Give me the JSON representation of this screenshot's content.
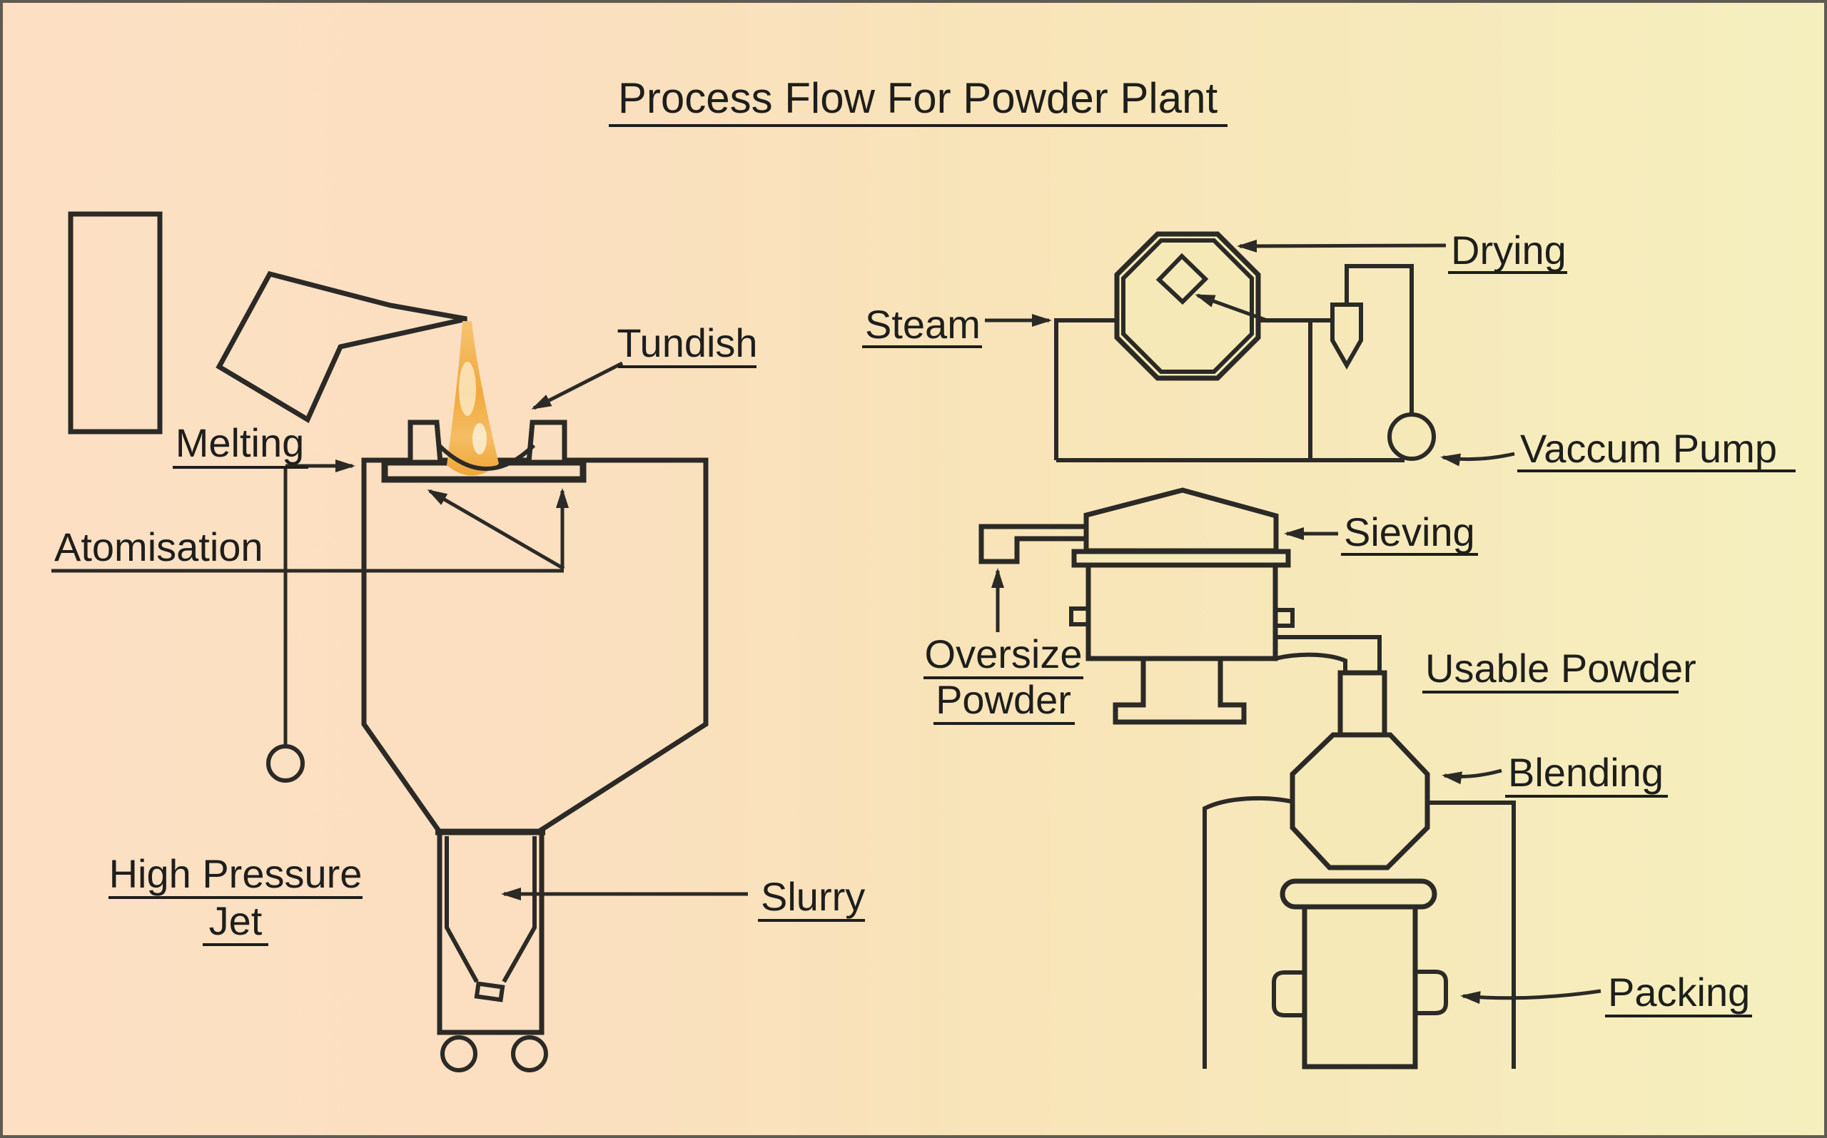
{
  "title": {
    "text": "Process Flow For Powder Plant"
  },
  "labels": {
    "melting": "Melting",
    "tundish": "Tundish",
    "atomisation": "Atomisation",
    "high_pressure_jet_line1": "High Pressure",
    "high_pressure_jet_line2": "Jet",
    "slurry": "Slurry",
    "steam": "Steam",
    "drying": "Drying",
    "vaccum_pump": "Vaccum Pump",
    "sieving": "Sieving",
    "oversize_line1": "Oversize",
    "oversize_line2": "Powder",
    "usable_powder": "Usable Powder",
    "blending": "Blending",
    "packing": "Packing"
  },
  "colors": {
    "background_left": "#fde0c4",
    "background_right": "#f5efbe",
    "line": "#2b2a26",
    "text": "#1e1e1c",
    "molten_stream": "#f2a93c",
    "molten_highlight": "#fbe7c2",
    "border": "#5f5a52"
  }
}
